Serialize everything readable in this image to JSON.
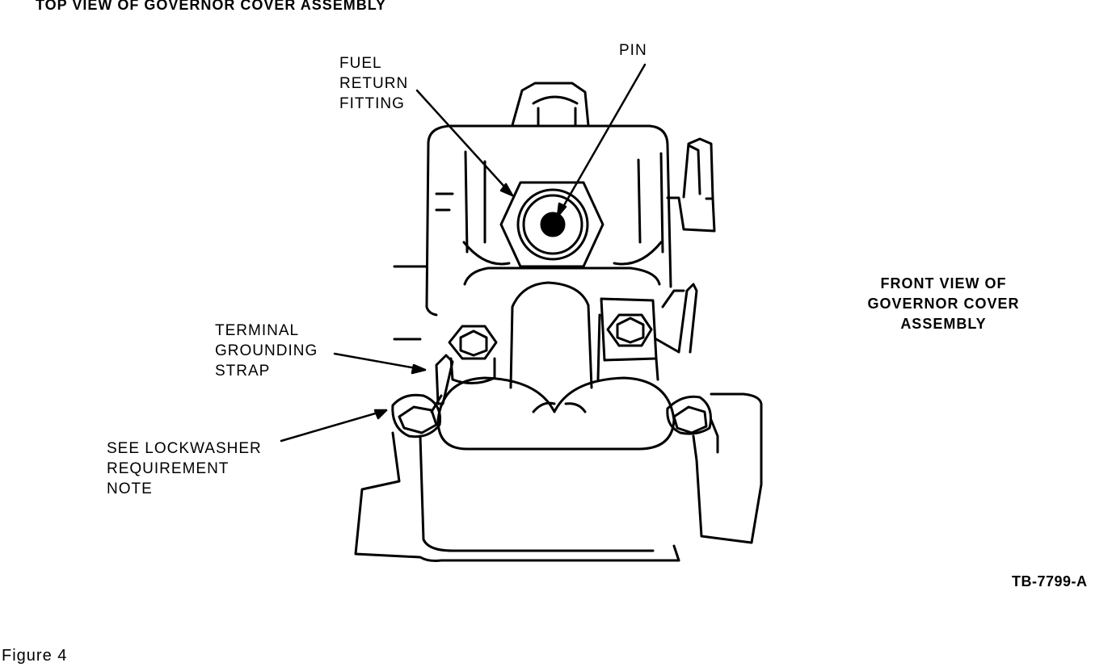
{
  "titles": {
    "top_view": "TOP VIEW OF GOVERNOR COVER ASSEMBLY",
    "front_view": [
      "FRONT VIEW OF",
      "GOVERNOR COVER",
      "ASSEMBLY"
    ]
  },
  "callouts": {
    "fuel_return_fitting": [
      "FUEL",
      "RETURN",
      "FITTING"
    ],
    "pin": "PIN",
    "terminal_grounding_strap": [
      "TERMINAL",
      "GROUNDING",
      "STRAP"
    ],
    "lockwasher_note": [
      "SEE LOCKWASHER",
      "REQUIREMENT",
      "NOTE"
    ]
  },
  "reference_code": "TB-7799-A",
  "figure_caption": "Figure 4"
}
